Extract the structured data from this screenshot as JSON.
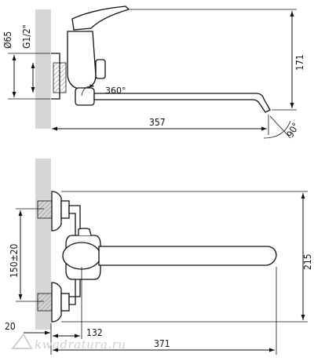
{
  "dimensions": {
    "top_view": {
      "diameter": "Ø65",
      "thread": "G1/2\"",
      "height": "171",
      "spout_length": "357",
      "swivel": "360°",
      "angle": "90°"
    },
    "front_view": {
      "centers": "150±20",
      "height": "215",
      "wall_offset": "20",
      "body_offset": "132",
      "total_length": "371"
    }
  },
  "watermark": "kwadratura.ru"
}
